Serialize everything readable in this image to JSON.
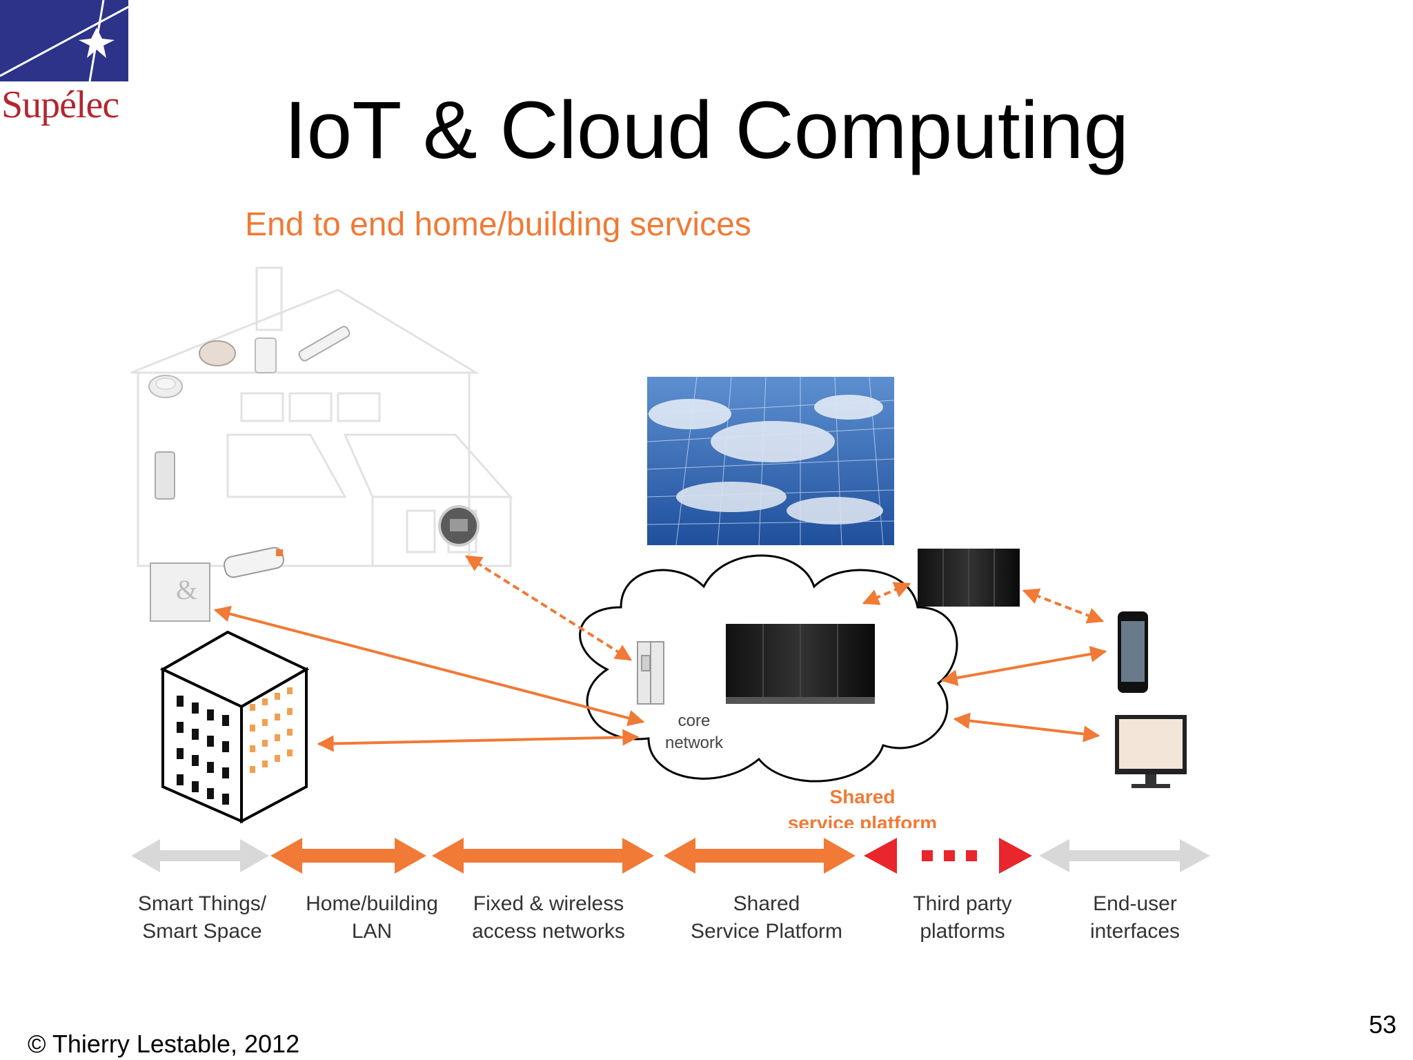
{
  "logo": {
    "text": "Supélec"
  },
  "slide": {
    "title": "IoT & Cloud Computing",
    "subtitle": "End to end home/building services",
    "page_number": "53",
    "footer": "© Thierry Lestable, 2012"
  },
  "diagram": {
    "cloud_label_line1": "core",
    "cloud_label_line2": "network",
    "platform_label_line1": "Shared",
    "platform_label_line2": "service platform"
  },
  "categories": [
    {
      "line1": "Smart Things/",
      "line2": "Smart Space"
    },
    {
      "line1": "Home/building",
      "line2": "LAN"
    },
    {
      "line1": "Fixed & wireless",
      "line2": "access networks"
    },
    {
      "line1": "Shared",
      "line2": "Service Platform"
    },
    {
      "line1": "Third party",
      "line2": "platforms"
    },
    {
      "line1": "End-user",
      "line2": "interfaces"
    }
  ],
  "colors": {
    "accent_orange": "#f07a36",
    "red": "#e8262b",
    "gray": "#d8d8d8",
    "logo_blue": "#2c3389",
    "logo_red": "#b3262e"
  }
}
